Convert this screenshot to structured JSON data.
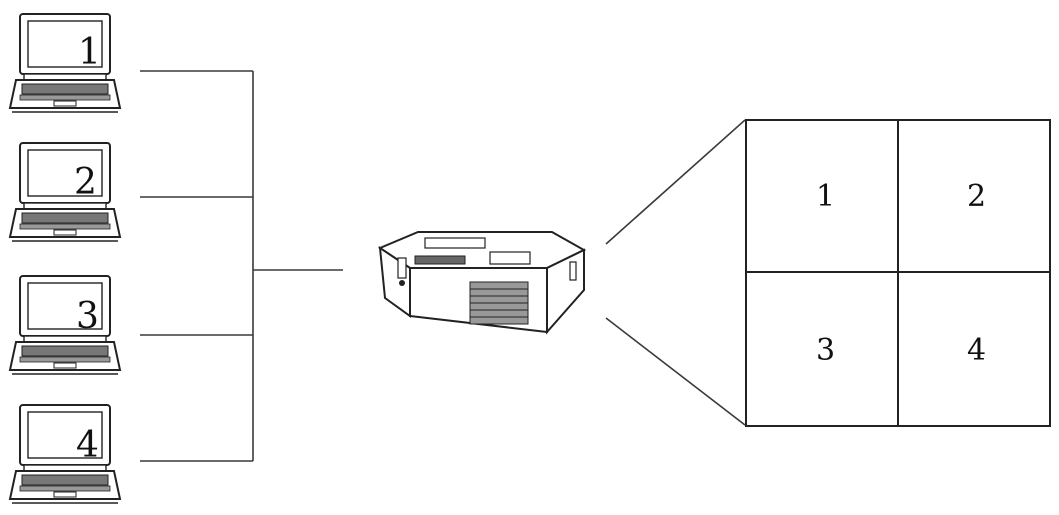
{
  "laptops": [
    {
      "label": "1"
    },
    {
      "label": "2"
    },
    {
      "label": "3"
    },
    {
      "label": "4"
    }
  ],
  "screen": {
    "cells": [
      "1",
      "2",
      "3",
      "4"
    ]
  },
  "icons": {
    "laptop": "laptop-icon",
    "projector": "projector-icon"
  },
  "colors": {
    "line": "#3a3a3a",
    "background": "#ffffff"
  }
}
